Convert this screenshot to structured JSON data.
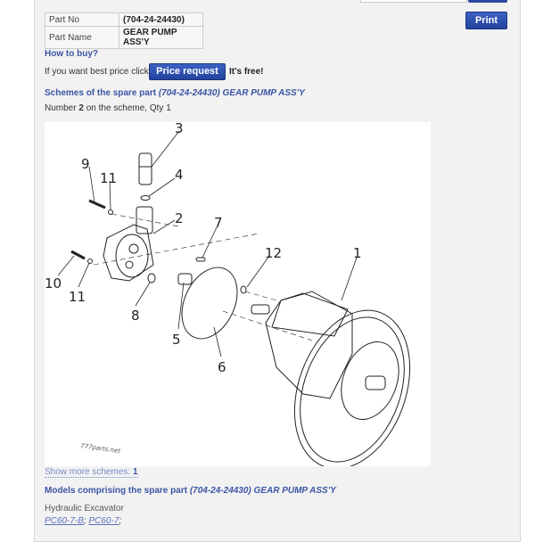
{
  "part_table": [
    {
      "label": "Part No",
      "value": "(704-24-24430)"
    },
    {
      "label": "Part Name",
      "value": "GEAR PUMP ASS'Y"
    }
  ],
  "print_label": "Print",
  "how_to_buy": {
    "heading": "How to buy?",
    "text": "If you want best price click",
    "button": "Price request",
    "suffix": "It's free!"
  },
  "schemes": {
    "heading": "Schemes of the spare part",
    "heading_part": "(704-24-24430) GEAR PUMP ASS'Y",
    "number_prefix": "Number",
    "number": "2",
    "number_suffix": "on the scheme, Qty 1",
    "callouts": [
      "3",
      "9",
      "11",
      "4",
      "2",
      "7",
      "12",
      "1",
      "10",
      "11",
      "8",
      "5",
      "6"
    ],
    "watermark": "777parts.net",
    "show_more_label": "Show more schemes:",
    "show_more_count": "1"
  },
  "models": {
    "heading": "Models comprising the spare part",
    "heading_part": "(704-24-24430) GEAR PUMP ASS'Y",
    "category": "Hydraulic Excavator",
    "links": [
      "PC60-7-B",
      "PC60-7"
    ]
  },
  "colors": {
    "accent": "#3b55a5",
    "button": "#2b4aa0",
    "panel": "#f2f2f2"
  }
}
